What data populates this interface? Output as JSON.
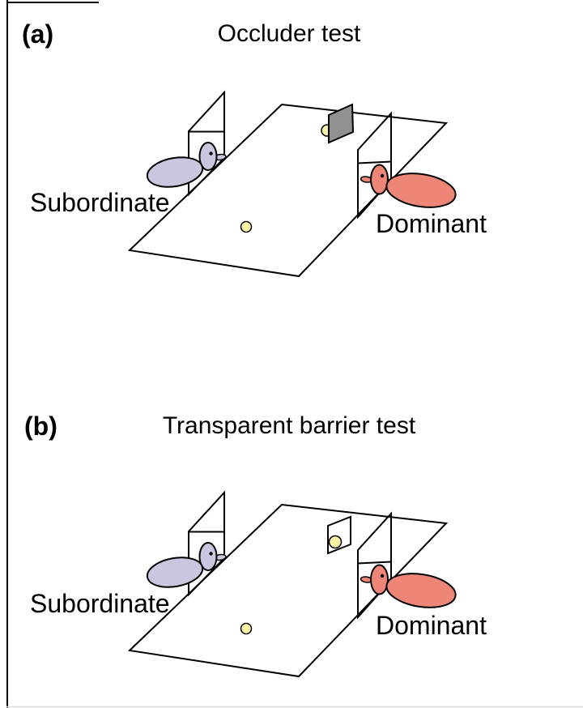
{
  "figure": {
    "colors": {
      "subordinate_fill": "#cac6e0",
      "dominant_fill": "#ee8677",
      "food_fill": "#f9f1a6",
      "occluder_fill": "#909090",
      "outline": "#000000",
      "background": "#ffffff"
    },
    "panel_a": {
      "label": "(a)",
      "title": "Occluder test",
      "subordinate_label": "Subordinate",
      "dominant_label": "Dominant"
    },
    "panel_b": {
      "label": "(b)",
      "title": "Transparent barrier test",
      "subordinate_label": "Subordinate",
      "dominant_label": "Dominant"
    }
  }
}
